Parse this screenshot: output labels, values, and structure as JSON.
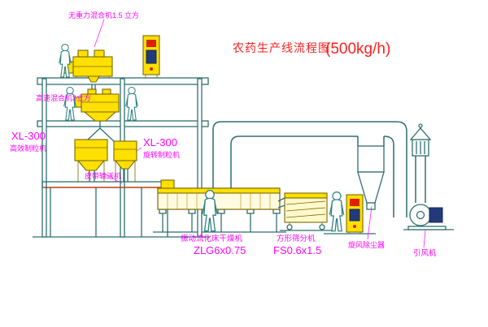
{
  "title": {
    "text": "农药生产线流程图",
    "capacity": "(500kg/h)"
  },
  "labels": {
    "gravity_mixer": "无重力混合机1.5 立方",
    "high_speed_mixer": "高速混合机3立方",
    "granulator_left_model": "XL-300",
    "granulator_left_name": "高效制粒机",
    "granulator_right_model": "XL-300",
    "granulator_right_name": "旋转制粒机",
    "belt_conveyor": "皮带输送机",
    "dryer_name": "振动流化床干燥机",
    "dryer_model": "ZLG6x0.75",
    "sieve_name": "方形筛分机",
    "sieve_model": "FS0.6x1.5",
    "cyclone": "旋风除尘器",
    "fan": "引风机"
  },
  "colors": {
    "structure": "#2f6f6f",
    "equipment_fill": "#ffe000",
    "equipment_stroke": "#7a6800",
    "label_magenta": "#ff00ff",
    "title_red": "#ff1e1e",
    "person": "#2e8080",
    "accent_red": "#dd2200",
    "panel_navy": "#223a7a"
  }
}
